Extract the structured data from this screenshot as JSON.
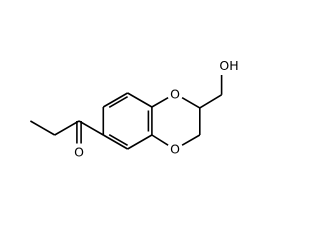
{
  "molecule": {
    "atoms": {
      "ring_o_top": "O",
      "ring_o_bottom": "O",
      "hydroxyl": "OH",
      "carbonyl_o": "O"
    }
  }
}
